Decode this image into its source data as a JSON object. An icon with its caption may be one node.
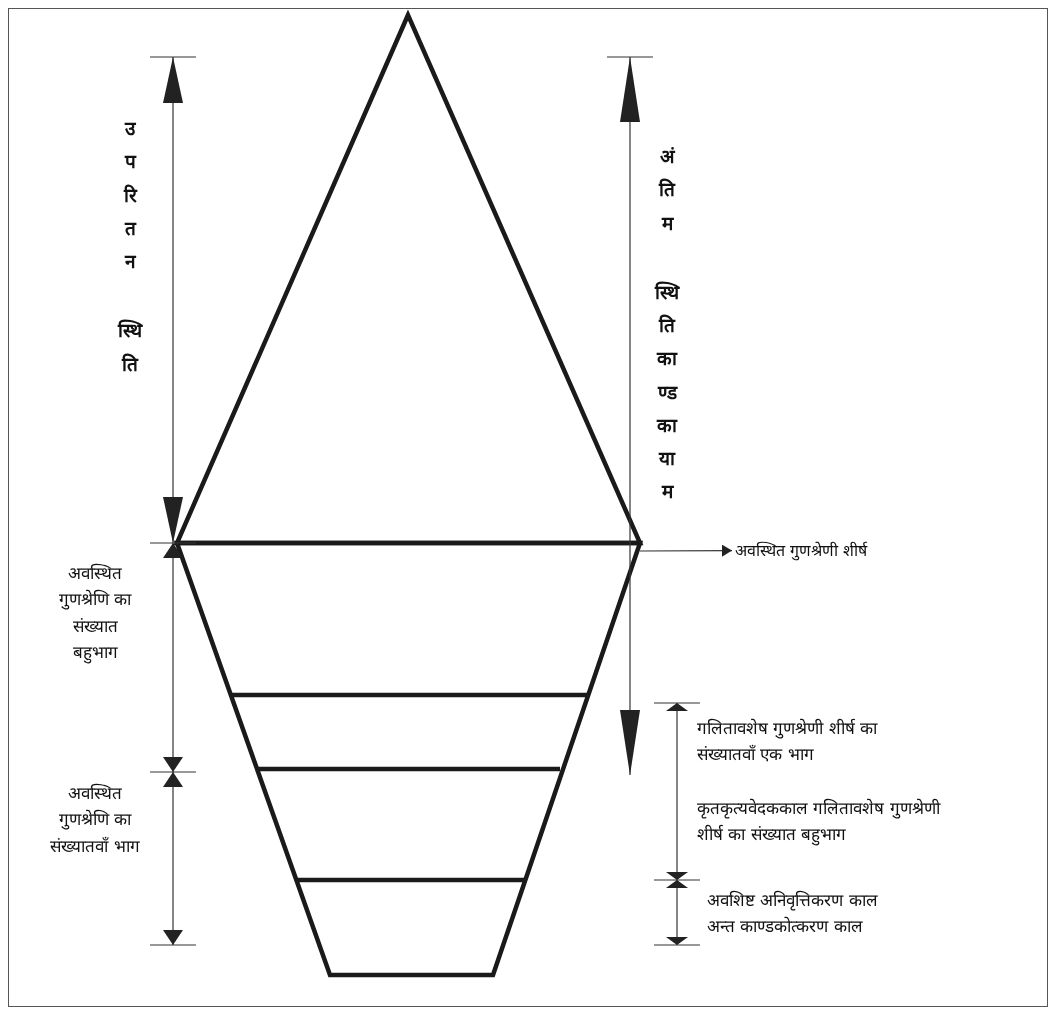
{
  "diagram": {
    "nodes": [
      {
        "text": [
          "अवस्थित गुणश्रेणी शीर्ष"
        ]
      },
      {
        "text": [],
        "shape": "triangle"
      }
    ],
    "edges": [
      {
        "from": 1,
        "to": 0,
        "arrow": "to"
      }
    ],
    "labels": [
      "उपरितन स्थिति",
      "अंतिम स्थितिकाण्डकायाम",
      "अवस्थित गुणश्रेणि का संख्यात बहुभाग",
      "अवस्थित गुणश्रेणि का संख्यातवाँ भाग",
      "गलितावशेष गुणश्रेणी शीर्ष का संख्यातवाँ एक भाग",
      "कृतकृत्यवेदककाल गलितावशेष गुणश्रेणी शीर्ष का संख्यात बहुभाग",
      "अवशिष्ट अनिवृत्तिकरण काल अन्त काण्डकोत्करण काल"
    ]
  }
}
